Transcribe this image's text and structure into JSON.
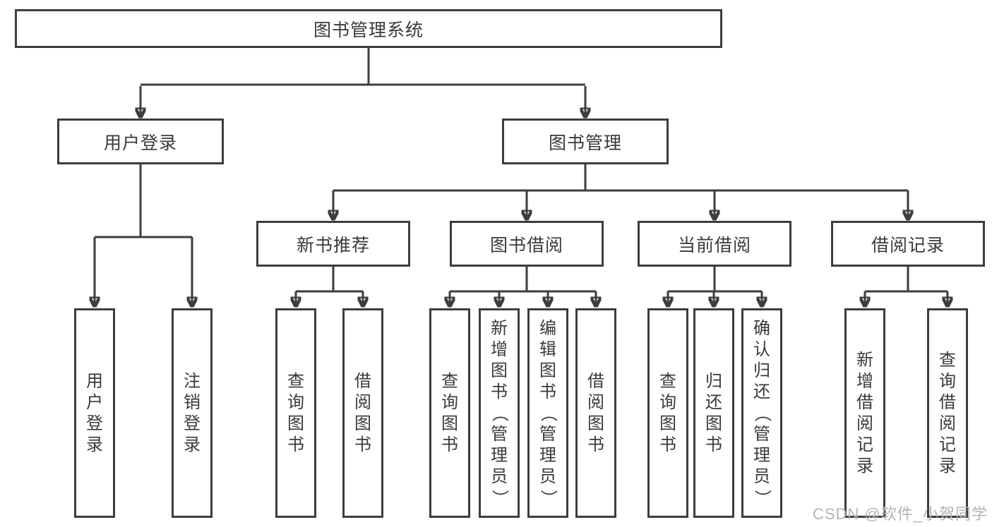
{
  "diagram": {
    "root": {
      "label": "图书管理系统",
      "children": [
        {
          "label": "用户登录",
          "children": [
            {
              "label": "用户登录"
            },
            {
              "label": "注销登录"
            }
          ]
        },
        {
          "label": "图书管理",
          "children": [
            {
              "label": "新书推荐",
              "children": [
                {
                  "label": "查询图书"
                },
                {
                  "label": "借阅图书"
                }
              ]
            },
            {
              "label": "图书借阅",
              "children": [
                {
                  "label": "查询图书"
                },
                {
                  "label": "新增图书（管理员）"
                },
                {
                  "label": "编辑图书（管理员）"
                },
                {
                  "label": "借阅图书"
                }
              ]
            },
            {
              "label": "当前借阅",
              "children": [
                {
                  "label": "查询图书"
                },
                {
                  "label": "归还图书"
                },
                {
                  "label": "确认归还（管理员）"
                }
              ]
            },
            {
              "label": "借阅记录",
              "children": [
                {
                  "label": "新增借阅记录"
                },
                {
                  "label": "查询借阅记录"
                }
              ]
            }
          ]
        }
      ]
    },
    "watermark": "CSDN @软件_小贺同学",
    "colors": {
      "line": "#3d3d3d",
      "text": "#3a3a3a",
      "background": "#ffffff",
      "watermark": "#b3b3b3"
    }
  }
}
